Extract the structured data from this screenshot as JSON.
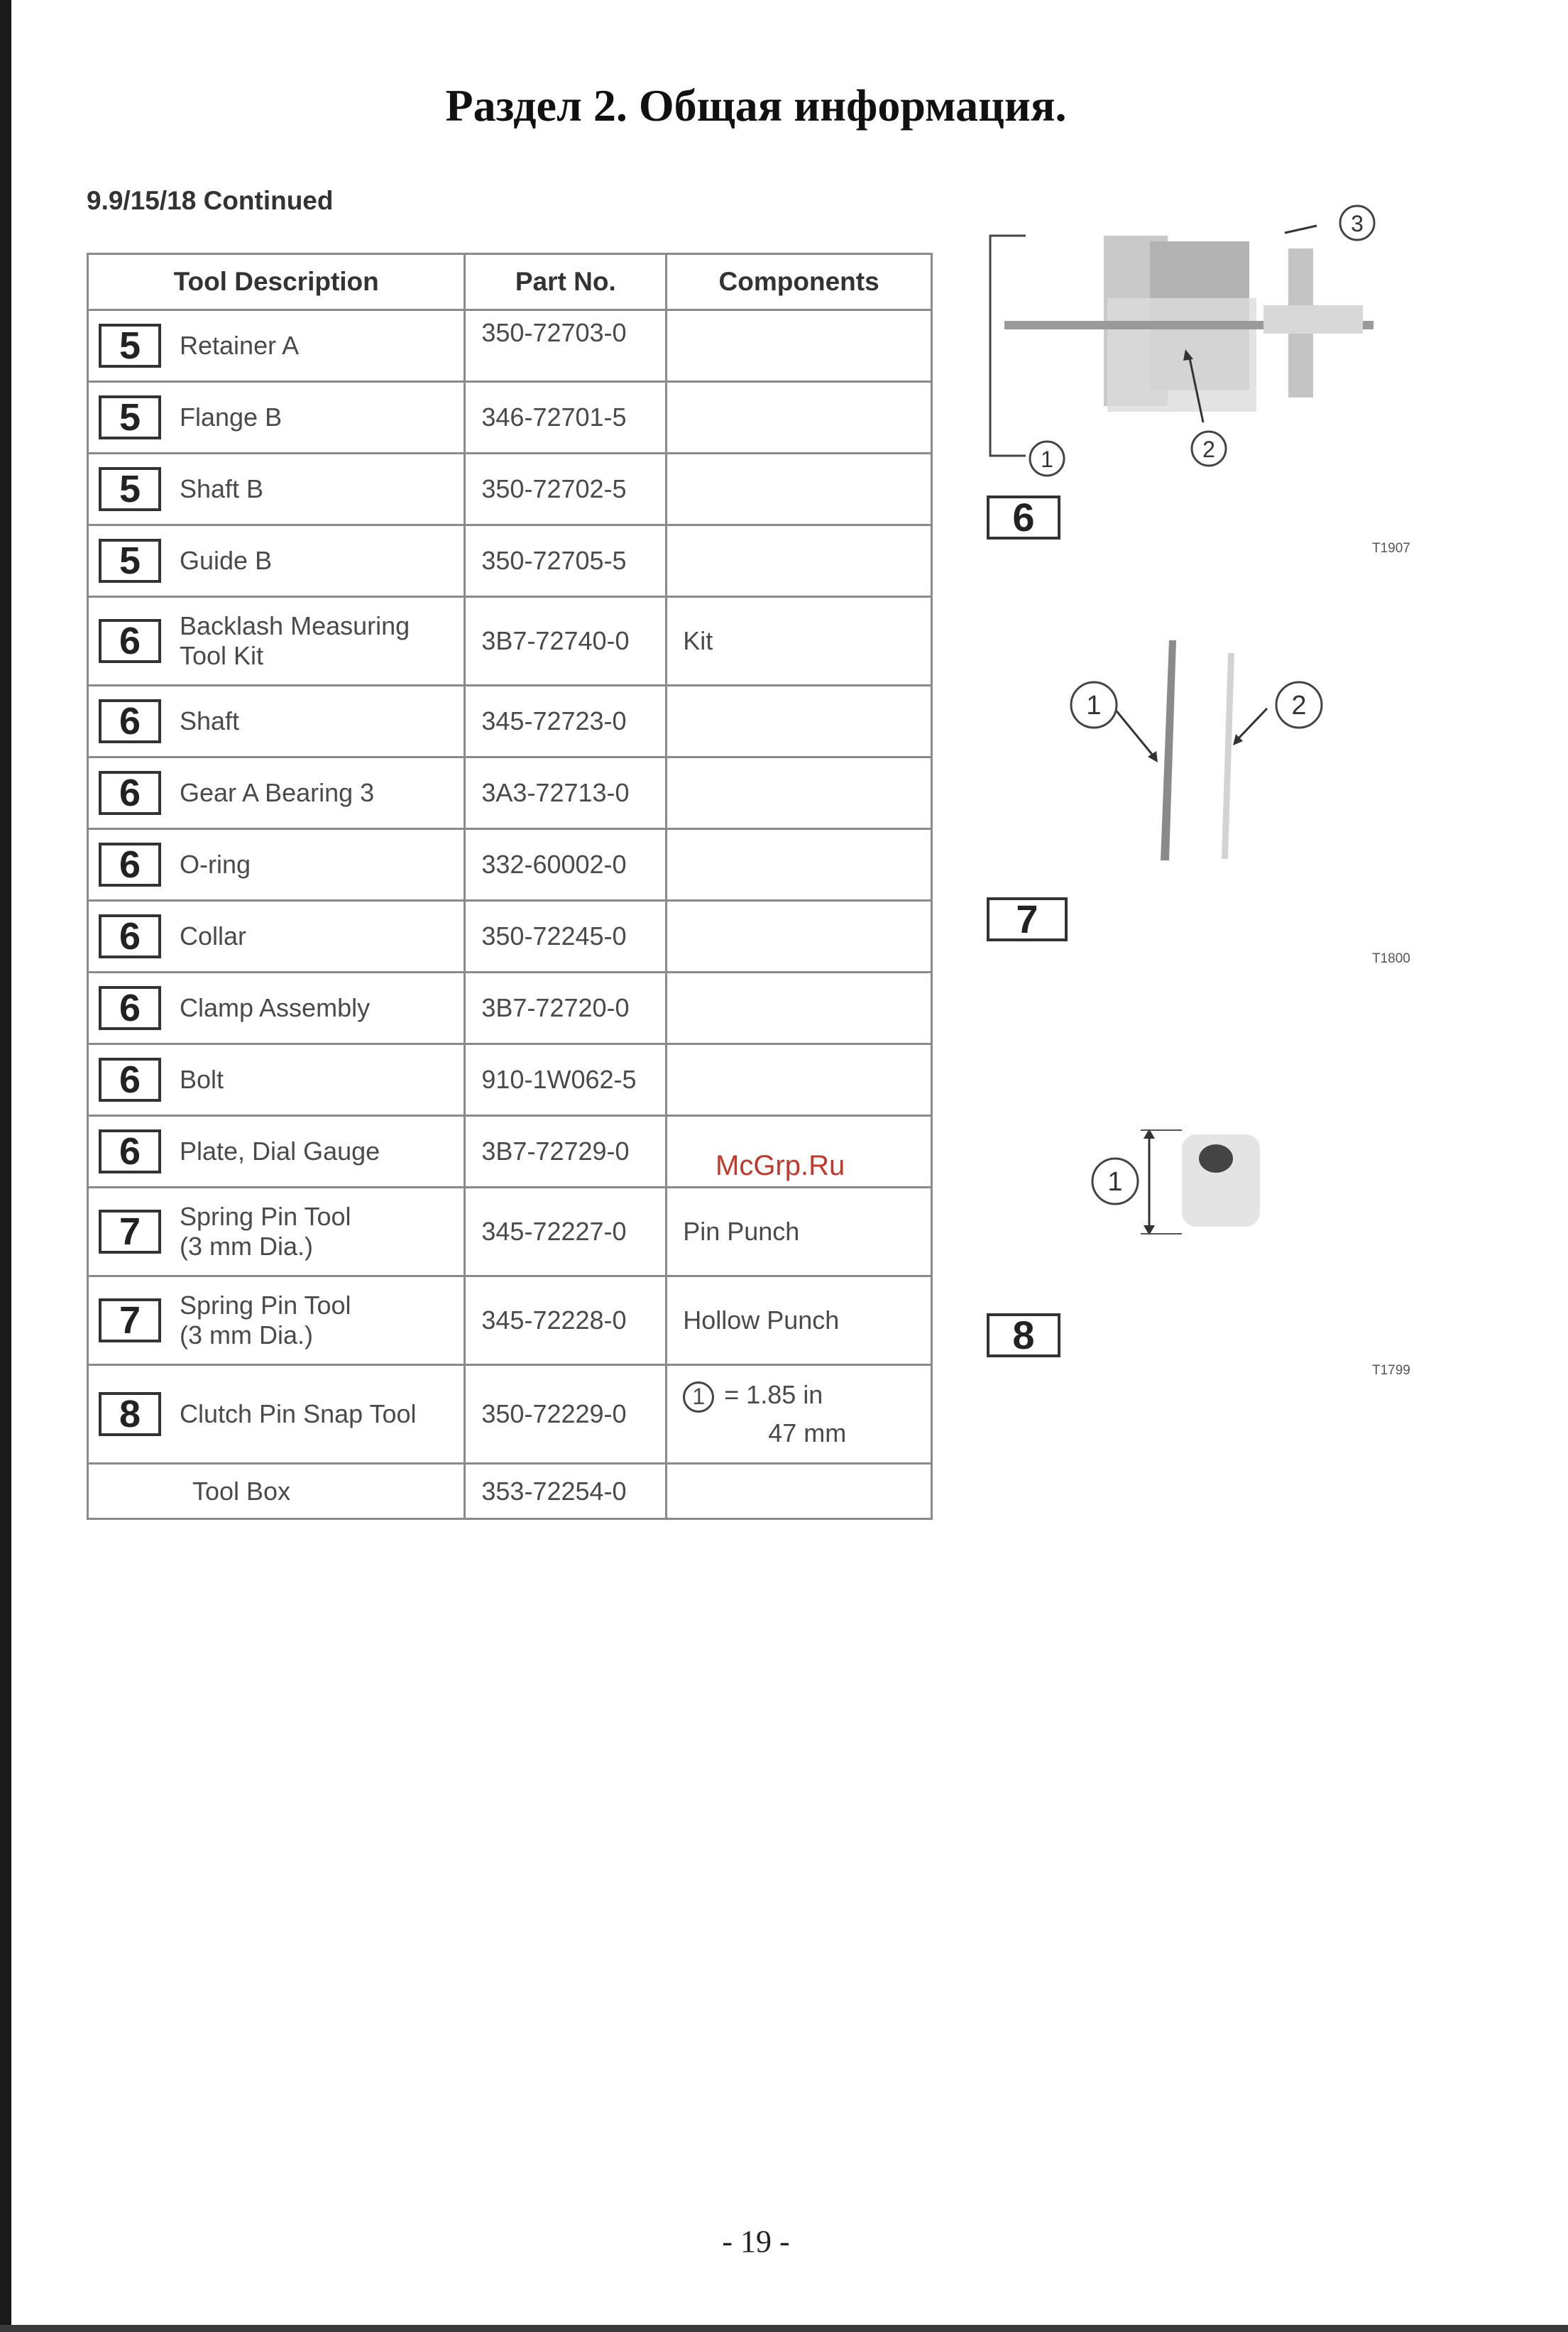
{
  "page_title": "Раздел 2. Общая информация.",
  "section_heading": "9.9/15/18 Continued",
  "table": {
    "headers": {
      "description": "Tool Description",
      "part_no": "Part No.",
      "components": "Components"
    },
    "rows": [
      {
        "fig": "5",
        "description": "Retainer A",
        "part_no": "350-72703-0",
        "components": ""
      },
      {
        "fig": "5",
        "description": "Flange B",
        "part_no": "346-72701-5",
        "components": ""
      },
      {
        "fig": "5",
        "description": "Shaft B",
        "part_no": "350-72702-5",
        "components": ""
      },
      {
        "fig": "5",
        "description": "Guide B",
        "part_no": "350-72705-5",
        "components": ""
      },
      {
        "fig": "6",
        "description": "Backlash Measuring",
        "description_line2": "Tool Kit",
        "part_no": "3B7-72740-0",
        "components": "Kit"
      },
      {
        "fig": "6",
        "description": "Shaft",
        "part_no": "345-72723-0",
        "components": ""
      },
      {
        "fig": "6",
        "description": "Gear A Bearing 3",
        "part_no": "3A3-72713-0",
        "components": ""
      },
      {
        "fig": "6",
        "description": "O-ring",
        "part_no": "332-60002-0",
        "components": ""
      },
      {
        "fig": "6",
        "description": "Collar",
        "part_no": "350-72245-0",
        "components": ""
      },
      {
        "fig": "6",
        "description": "Clamp Assembly",
        "part_no": "3B7-72720-0",
        "components": ""
      },
      {
        "fig": "6",
        "description": "Bolt",
        "part_no": "910-1W062-5",
        "components": ""
      },
      {
        "fig": "6",
        "description": "Plate, Dial Gauge",
        "part_no": "3B7-72729-0",
        "components": ""
      },
      {
        "fig": "7",
        "description": "Spring Pin Tool",
        "description_line2": "(3 mm Dia.)",
        "part_no": "345-72227-0",
        "components": "Pin Punch"
      },
      {
        "fig": "7",
        "description": "Spring Pin Tool",
        "description_line2": "(3 mm Dia.)",
        "part_no": "345-72228-0",
        "components": "Hollow Punch"
      },
      {
        "fig": "8",
        "description": "Clutch Pin Snap Tool",
        "part_no": "350-72229-0",
        "components_callout": "1",
        "components_line1": "= 1.85 in",
        "components_line2": "47 mm"
      }
    ],
    "tool_box": {
      "description": "Tool Box",
      "part_no": "353-72254-0"
    }
  },
  "figures": [
    {
      "badge": "6",
      "code": "T1907",
      "callouts": [
        "1",
        "2",
        "3"
      ]
    },
    {
      "badge": "7",
      "code": "T1800",
      "callouts": [
        "1",
        "2"
      ]
    },
    {
      "badge": "8",
      "code": "T1799",
      "callouts": [
        "1"
      ]
    }
  ],
  "watermark": "McGrp.Ru",
  "page_number": "- 19 -"
}
